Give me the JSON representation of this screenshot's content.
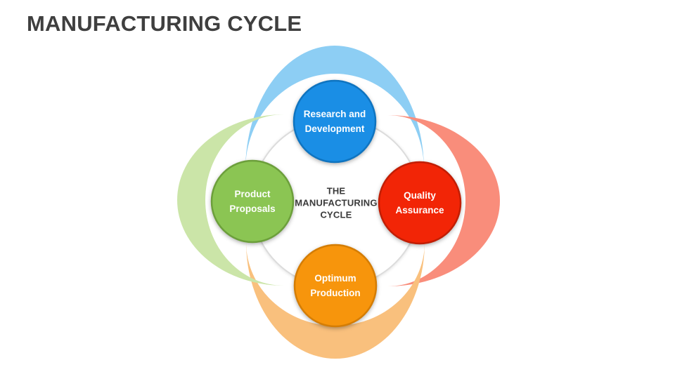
{
  "title": "MANUFACTURING CYCLE",
  "center_label": {
    "line1": "THE",
    "line2": "MANUFACTURING",
    "line3": "CYCLE"
  },
  "nodes": [
    {
      "id": "research-and-development",
      "line1": "Research and",
      "line2": "Development",
      "fill": "#1A8EE5",
      "stroke": "#0F74C0"
    },
    {
      "id": "quality-assurance",
      "line1": "Quality",
      "line2": "Assurance",
      "fill": "#F22506",
      "stroke": "#C11E04"
    },
    {
      "id": "optimum-production",
      "line1": "Optimum",
      "line2": "Production",
      "fill": "#F7950C",
      "stroke": "#D47D05"
    },
    {
      "id": "product-proposals",
      "line1": "Product",
      "line2": "Proposals",
      "fill": "#8BC553",
      "stroke": "#6C9F3B"
    }
  ],
  "crescents": [
    {
      "id": "top-arc",
      "fill": "#8DCEF4"
    },
    {
      "id": "right-arc",
      "fill": "#F98D7B"
    },
    {
      "id": "bottom-arc",
      "fill": "#F9C07D"
    },
    {
      "id": "left-arc",
      "fill": "#CBE5A8"
    }
  ],
  "colors": {
    "background": "#FFFFFF",
    "title_text": "#3F3F3F",
    "center_text": "#3A3A3A",
    "node_text": "#FFFFFF",
    "inner_circle_border": "#DCDCDC",
    "inner_circle_fill": "#FFFFFF"
  }
}
